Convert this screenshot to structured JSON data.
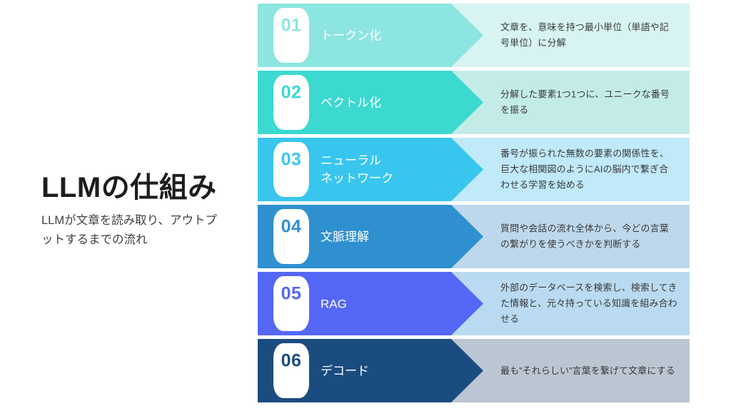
{
  "header": {
    "title": "LLMの仕組み",
    "subtitle": "LLMが文章を読み取り、アウトプットするまでの流れ"
  },
  "chart_data": {
    "type": "diagram",
    "title": "LLMの仕組み",
    "subtitle": "LLMが文章を読み取り、アウトプットするまでの流れ",
    "layout": "vertical arrow flow, 6 stages, each with number badge, stage label and description panel",
    "steps": [
      {
        "number": "01",
        "label": "トークン化",
        "description": "文章を、意味を持つ最小単位（単語や記号単位）に分解",
        "arrow_color": "#8ce5e0",
        "panel_color": "#d7f4f2",
        "number_color": "#8ce5e0"
      },
      {
        "number": "02",
        "label": "ベクトル化",
        "description": "分解した要素1つ1つに、ユニークな番号を振る",
        "arrow_color": "#3bd9cf",
        "panel_color": "#c3ece9",
        "number_color": "#3bd9cf"
      },
      {
        "number": "03",
        "label": "ニューラル\nネットワーク",
        "description": "番号が振られた無数の要素の関係性を、巨大な相関図のようにAIの脳内で繋ぎ合わせる学習を始める",
        "arrow_color": "#38c6ef",
        "panel_color": "#c0e9fa",
        "number_color": "#38c6ef"
      },
      {
        "number": "04",
        "label": "文脈理解",
        "description": "質問や会話の流れ全体から、今どの言葉の繋がりを使うべきかを判断する",
        "arrow_color": "#2f90d0",
        "panel_color": "#bdd8ec",
        "number_color": "#2f90d0"
      },
      {
        "number": "05",
        "label": "RAG",
        "description": "外部のデータベースを検索し、検索してきた情報と、元々持っている知識を組み合わせる",
        "arrow_color": "#5467f6",
        "panel_color": "#b9daf0",
        "number_color": "#5467f6"
      },
      {
        "number": "06",
        "label": "デコード",
        "description": "最も”それらしい”言葉を繋げて文章にする",
        "arrow_color": "#1b4c80",
        "panel_color": "#bcc6d2",
        "number_color": "#1b4c80"
      }
    ]
  }
}
